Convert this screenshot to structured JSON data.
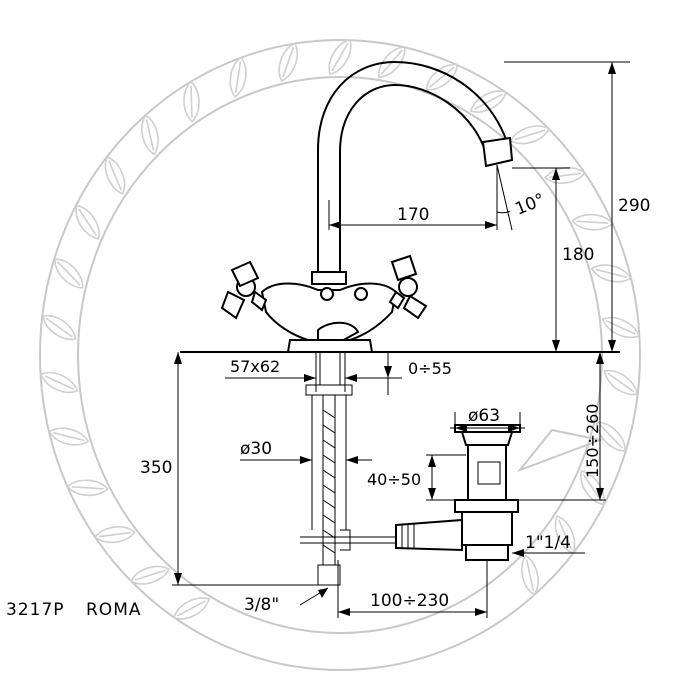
{
  "drawing": {
    "model_code": "3217P",
    "model_name": "ROMA"
  },
  "dimensions": {
    "overall_height": "290",
    "spout_height": "180",
    "spout_reach": "170",
    "spout_angle": "10°",
    "base_size": "57x62",
    "deck_thickness": "0÷55",
    "below_deck_length": "350",
    "shank_diameter": "ø30",
    "waste_diameter": "ø63",
    "waste_depth": "150÷260",
    "waste_adjust": "40÷50",
    "waste_thread": "1\"1/4",
    "supply_thread": "3/8\"",
    "rod_offset": "100÷230"
  }
}
